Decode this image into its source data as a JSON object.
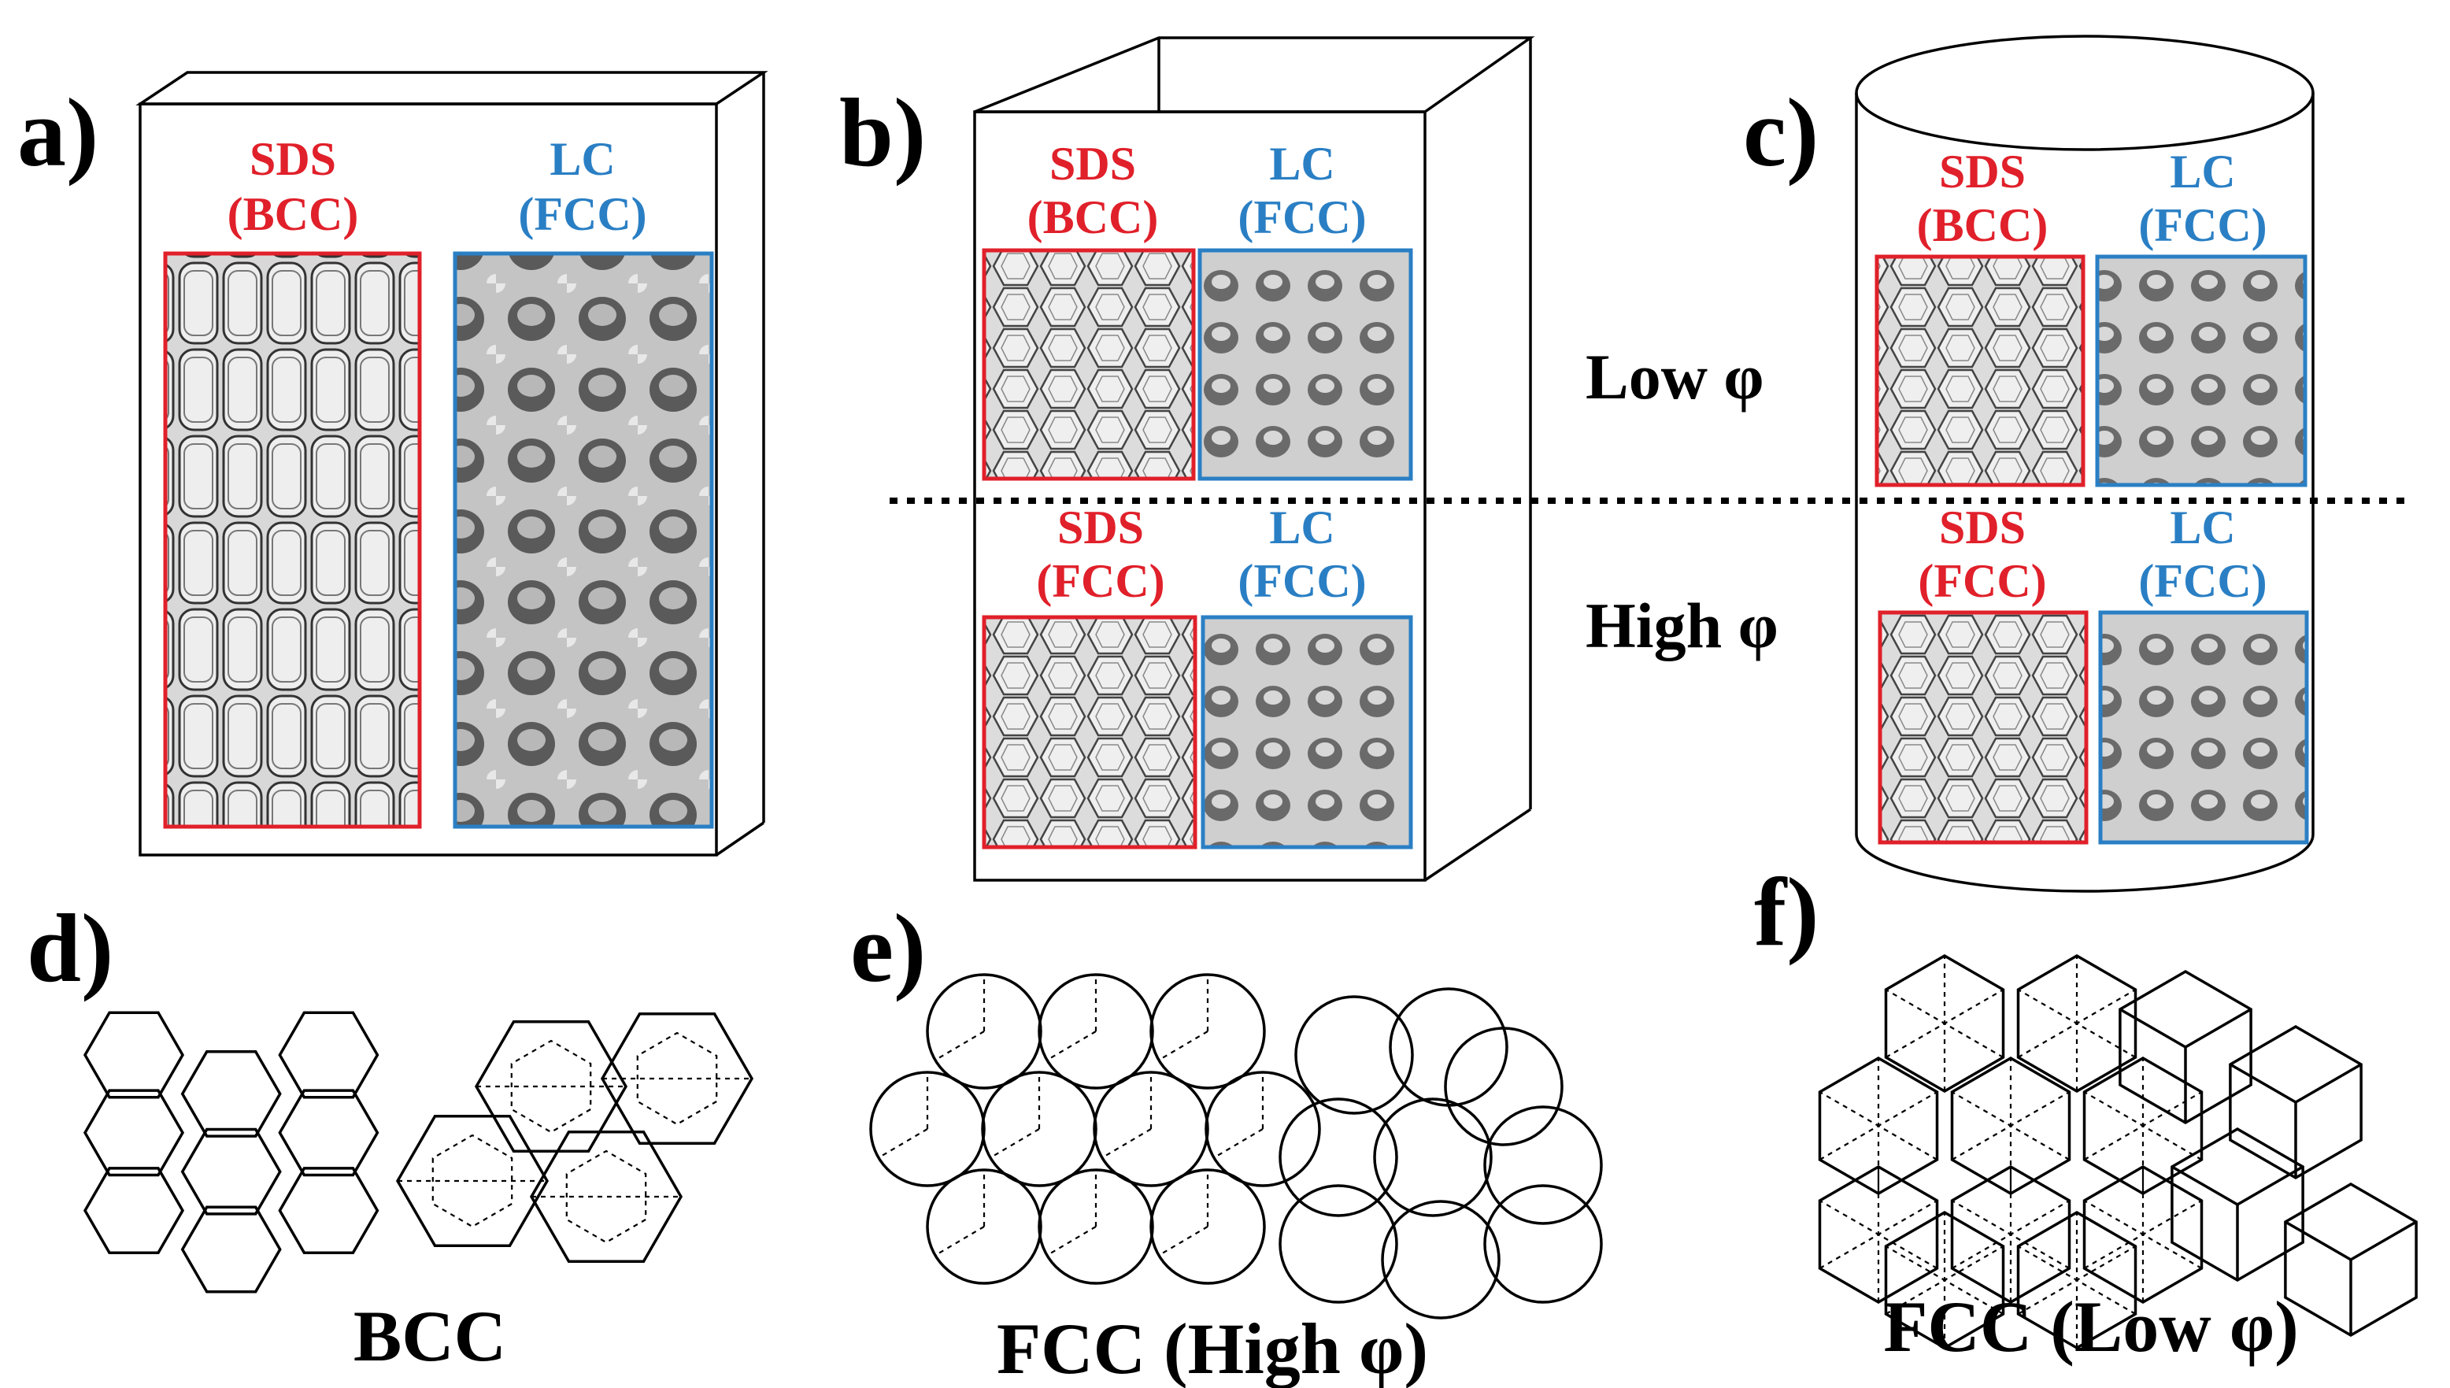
{
  "colors": {
    "sds": "#e0202a",
    "lc": "#2a7fc4",
    "line": "#000000"
  },
  "panels": {
    "a": {
      "tag": "a)",
      "sds": "SDS",
      "sds_phase": "(BCC)",
      "lc": "LC",
      "lc_phase": "(FCC)"
    },
    "b": {
      "tag": "b)",
      "top": {
        "sds": "SDS",
        "sds_phase": "(BCC)",
        "lc": "LC",
        "lc_phase": "(FCC)"
      },
      "bottom": {
        "sds": "SDS",
        "sds_phase": "(FCC)",
        "lc": "LC",
        "lc_phase": "(FCC)"
      }
    },
    "c": {
      "tag": "c)",
      "top": {
        "sds": "SDS",
        "sds_phase": "(BCC)",
        "lc": "LC",
        "lc_phase": "(FCC)"
      },
      "bottom": {
        "sds": "SDS",
        "sds_phase": "(FCC)",
        "lc": "LC",
        "lc_phase": "(FCC)"
      }
    },
    "d": {
      "tag": "d)",
      "caption": "BCC"
    },
    "e": {
      "tag": "e)",
      "caption": "FCC (High φ)"
    },
    "f": {
      "tag": "f)",
      "caption": "FCC (Low φ)"
    }
  },
  "phi_labels": {
    "low": "Low φ",
    "high": "High φ"
  }
}
